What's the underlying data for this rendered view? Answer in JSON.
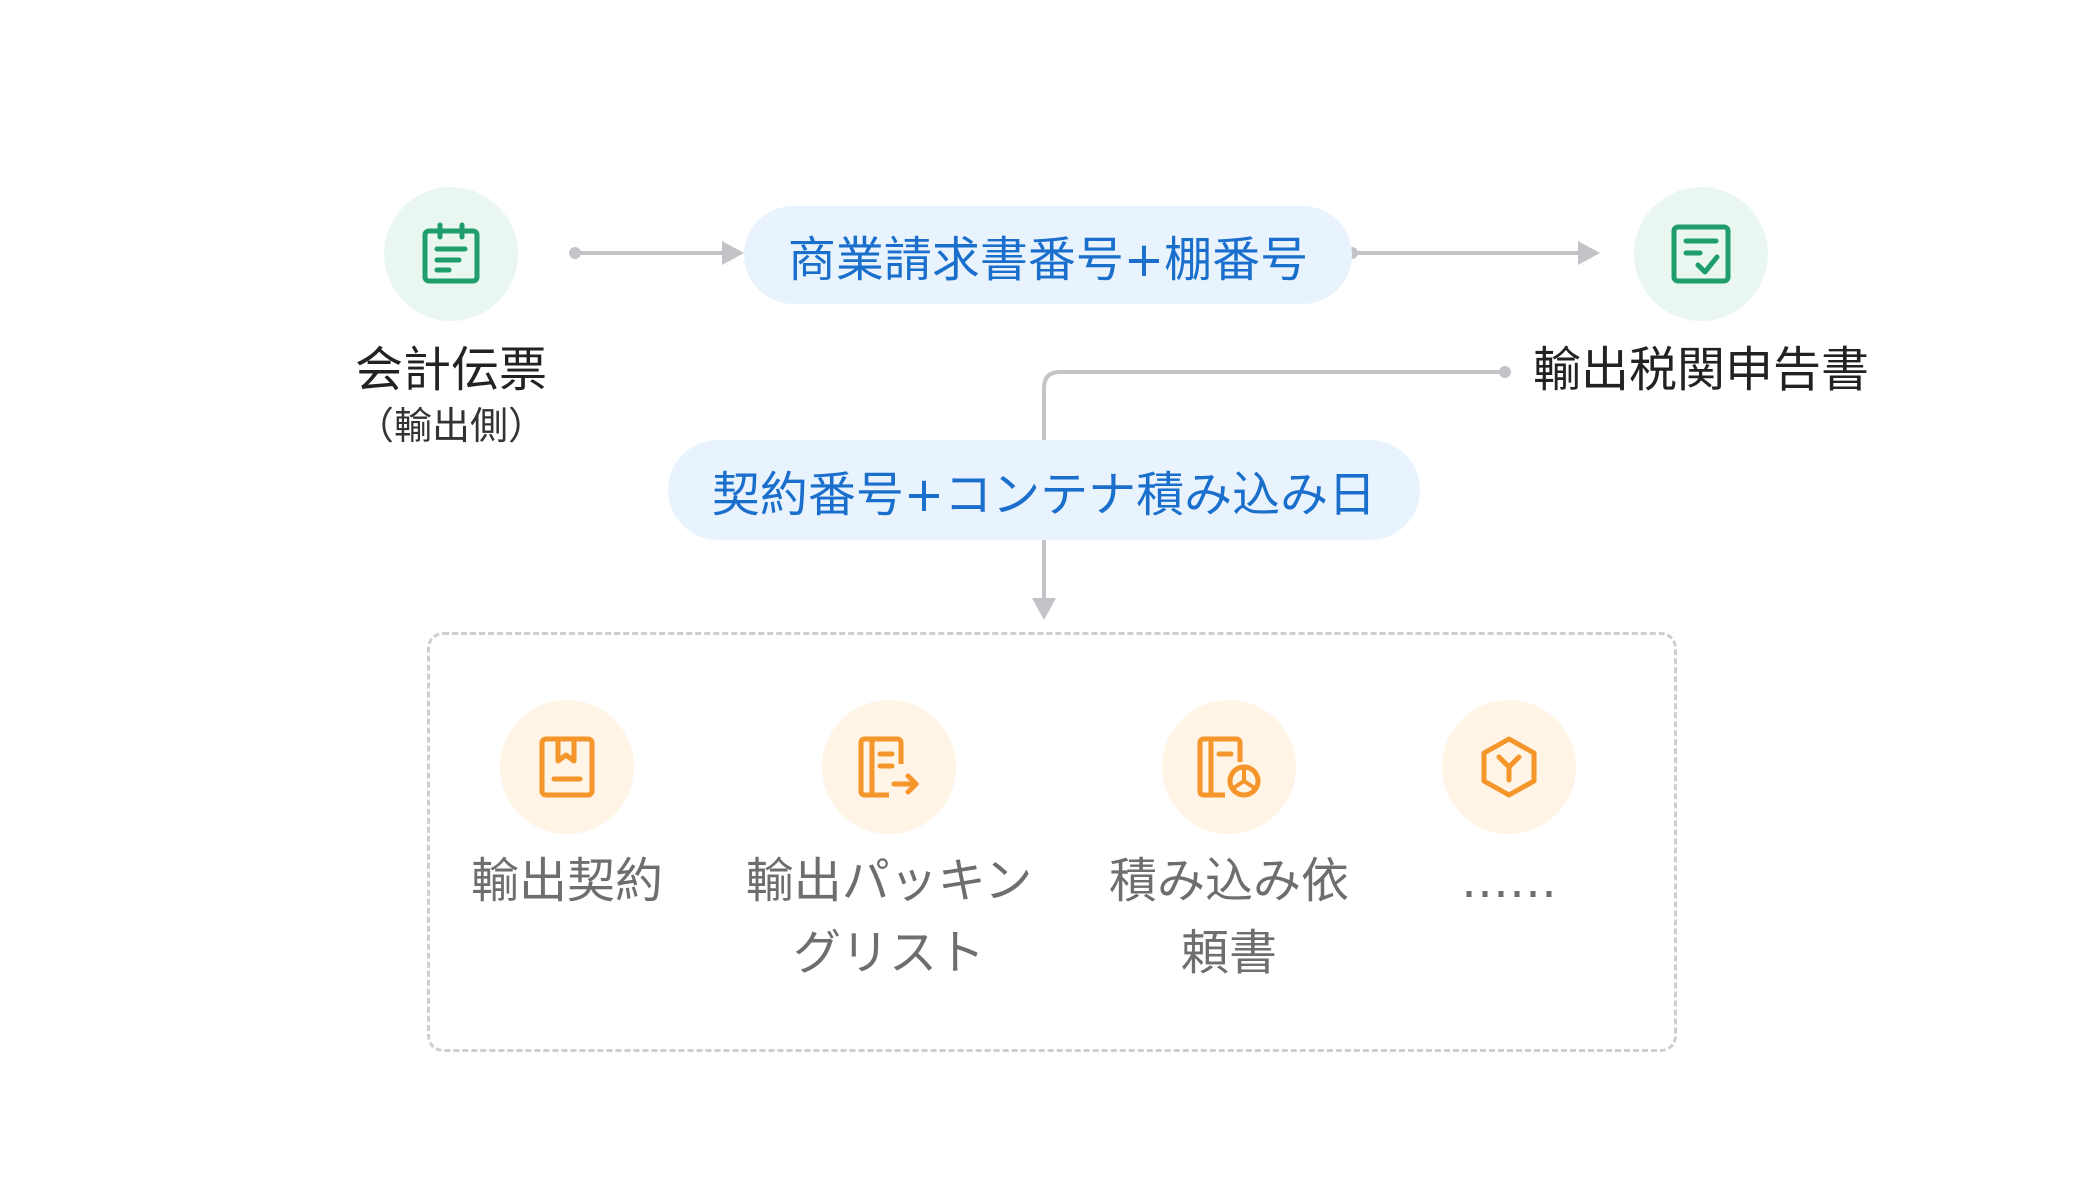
{
  "source_node": {
    "label": "会計伝票",
    "sublabel": "（輸出側）",
    "icon": "calendar-icon"
  },
  "target_node": {
    "label": "輸出税関申告書",
    "icon": "checked-document-icon"
  },
  "link_keys": {
    "primary": "商業請求書番号+棚番号",
    "secondary": "契約番号+コンテナ積み込み日"
  },
  "related_documents": [
    {
      "line1": "輸出契約",
      "line2": "",
      "icon": "bookmark-document-icon"
    },
    {
      "line1": "輸出パッキン",
      "line2": "グリスト",
      "icon": "list-export-icon"
    },
    {
      "line1": "積み込み依",
      "line2": "頼書",
      "icon": "document-steering-wheel-icon"
    },
    {
      "line1": "……",
      "line2": "",
      "icon": "hexagon-y-icon"
    }
  ],
  "colors": {
    "green": "#1f9e6b",
    "green_bg": "#eaf7f1",
    "orange": "#f5962a",
    "orange_bg": "#fff4e6",
    "pill_bg": "#e8f3fd",
    "pill_text": "#1a6fcc",
    "connector": "#c4c4c8",
    "muted_text": "#6e6e6e"
  }
}
